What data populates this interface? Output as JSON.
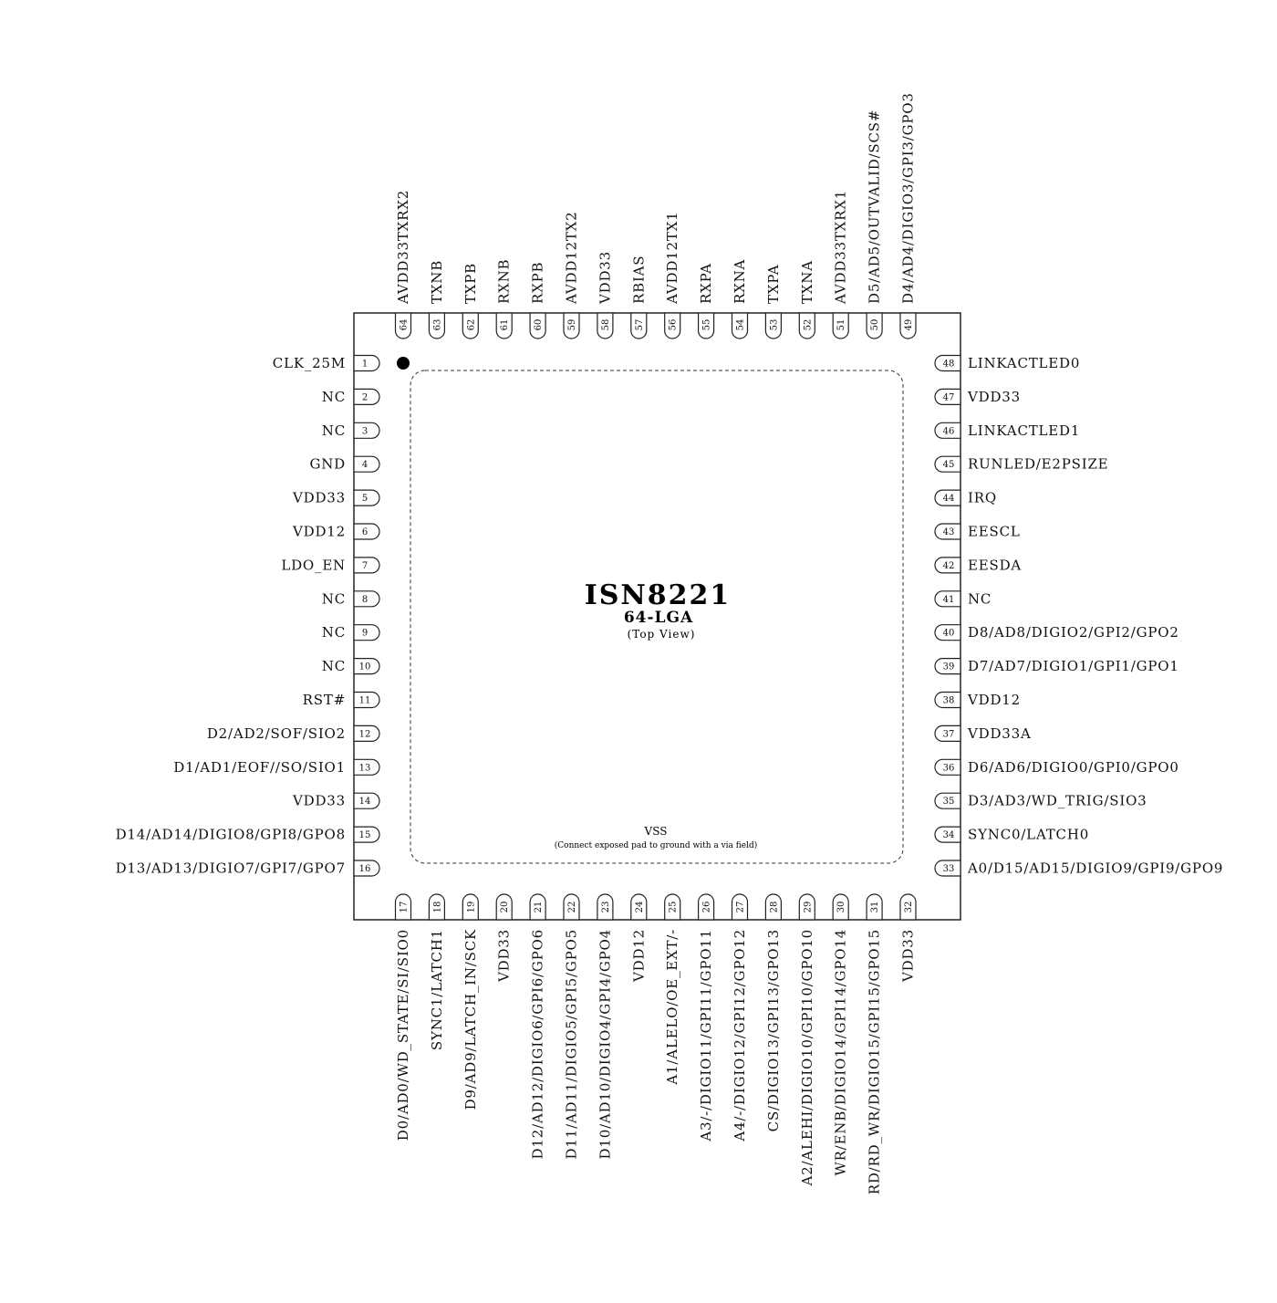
{
  "chip": {
    "name": "ISN8221",
    "package": "64-LGA",
    "view": "(Top View)",
    "pad_label": "VSS",
    "pad_note": "(Connect exposed pad to ground with a via field)"
  },
  "pins": {
    "left": [
      {
        "num": "1",
        "name": "CLK_25M"
      },
      {
        "num": "2",
        "name": "NC"
      },
      {
        "num": "3",
        "name": "NC"
      },
      {
        "num": "4",
        "name": "GND"
      },
      {
        "num": "5",
        "name": "VDD33"
      },
      {
        "num": "6",
        "name": "VDD12"
      },
      {
        "num": "7",
        "name": "LDO_EN"
      },
      {
        "num": "8",
        "name": "NC"
      },
      {
        "num": "9",
        "name": "NC"
      },
      {
        "num": "10",
        "name": "NC"
      },
      {
        "num": "11",
        "name": "RST#"
      },
      {
        "num": "12",
        "name": "D2/AD2/SOF/SIO2"
      },
      {
        "num": "13",
        "name": "D1/AD1/EOF//SO/SIO1"
      },
      {
        "num": "14",
        "name": "VDD33"
      },
      {
        "num": "15",
        "name": "D14/AD14/DIGIO8/GPI8/GPO8"
      },
      {
        "num": "16",
        "name": "D13/AD13/DIGIO7/GPI7/GPO7"
      }
    ],
    "bottom": [
      {
        "num": "17",
        "name": "D0/AD0/WD_STATE/SI/SIO0"
      },
      {
        "num": "18",
        "name": "SYNC1/LATCH1"
      },
      {
        "num": "19",
        "name": "D9/AD9/LATCH_IN/SCK"
      },
      {
        "num": "20",
        "name": "VDD33"
      },
      {
        "num": "21",
        "name": "D12/AD12/DIGIO6/GPI6/GPO6"
      },
      {
        "num": "22",
        "name": "D11/AD11/DIGIO5/GPI5/GPO5"
      },
      {
        "num": "23",
        "name": "D10/AD10/DIGIO4/GPI4/GPO4"
      },
      {
        "num": "24",
        "name": "VDD12"
      },
      {
        "num": "25",
        "name": "A1/ALELO/OE_EXT/-"
      },
      {
        "num": "26",
        "name": "A3/-/DIGIO11/GPI11/GPO11"
      },
      {
        "num": "27",
        "name": "A4/-/DIGIO12/GPI12/GPO12"
      },
      {
        "num": "28",
        "name": "CS/DIGIO13/GPI13/GPO13"
      },
      {
        "num": "29",
        "name": "A2/ALEHI/DIGIO10/GPI10/GPO10"
      },
      {
        "num": "30",
        "name": "WR/ENB/DIGIO14/GPI14/GPO14"
      },
      {
        "num": "31",
        "name": "RD/RD_WR/DIGIO15/GPI15/GPO15"
      },
      {
        "num": "32",
        "name": "VDD33"
      }
    ],
    "right": [
      {
        "num": "48",
        "name": "LINKACTLED0"
      },
      {
        "num": "47",
        "name": "VDD33"
      },
      {
        "num": "46",
        "name": "LINKACTLED1"
      },
      {
        "num": "45",
        "name": "RUNLED/E2PSIZE"
      },
      {
        "num": "44",
        "name": "IRQ"
      },
      {
        "num": "43",
        "name": "EESCL"
      },
      {
        "num": "42",
        "name": "EESDA"
      },
      {
        "num": "41",
        "name": "NC"
      },
      {
        "num": "40",
        "name": "D8/AD8/DIGIO2/GPI2/GPO2"
      },
      {
        "num": "39",
        "name": "D7/AD7/DIGIO1/GPI1/GPO1"
      },
      {
        "num": "38",
        "name": "VDD12"
      },
      {
        "num": "37",
        "name": "VDD33A"
      },
      {
        "num": "36",
        "name": "D6/AD6/DIGIO0/GPI0/GPO0"
      },
      {
        "num": "35",
        "name": "D3/AD3/WD_TRIG/SIO3"
      },
      {
        "num": "34",
        "name": "SYNC0/LATCH0"
      },
      {
        "num": "33",
        "name": "A0/D15/AD15/DIGIO9/GPI9/GPO9"
      }
    ],
    "top": [
      {
        "num": "64",
        "name": "AVDD33TXRX2"
      },
      {
        "num": "63",
        "name": "TXNB"
      },
      {
        "num": "62",
        "name": "TXPB"
      },
      {
        "num": "61",
        "name": "RXNB"
      },
      {
        "num": "60",
        "name": "RXPB"
      },
      {
        "num": "59",
        "name": "AVDD12TX2"
      },
      {
        "num": "58",
        "name": "VDD33"
      },
      {
        "num": "57",
        "name": "RBIAS"
      },
      {
        "num": "56",
        "name": "AVDD12TX1"
      },
      {
        "num": "55",
        "name": "RXPA"
      },
      {
        "num": "54",
        "name": "RXNA"
      },
      {
        "num": "53",
        "name": "TXPA"
      },
      {
        "num": "52",
        "name": "TXNA"
      },
      {
        "num": "51",
        "name": "AVDD33TXRX1"
      },
      {
        "num": "50",
        "name": "D5/AD5/OUTVALID/SCS#"
      },
      {
        "num": "49",
        "name": "D4/AD4/DIGIO3/GPI3/GPO3"
      }
    ]
  }
}
